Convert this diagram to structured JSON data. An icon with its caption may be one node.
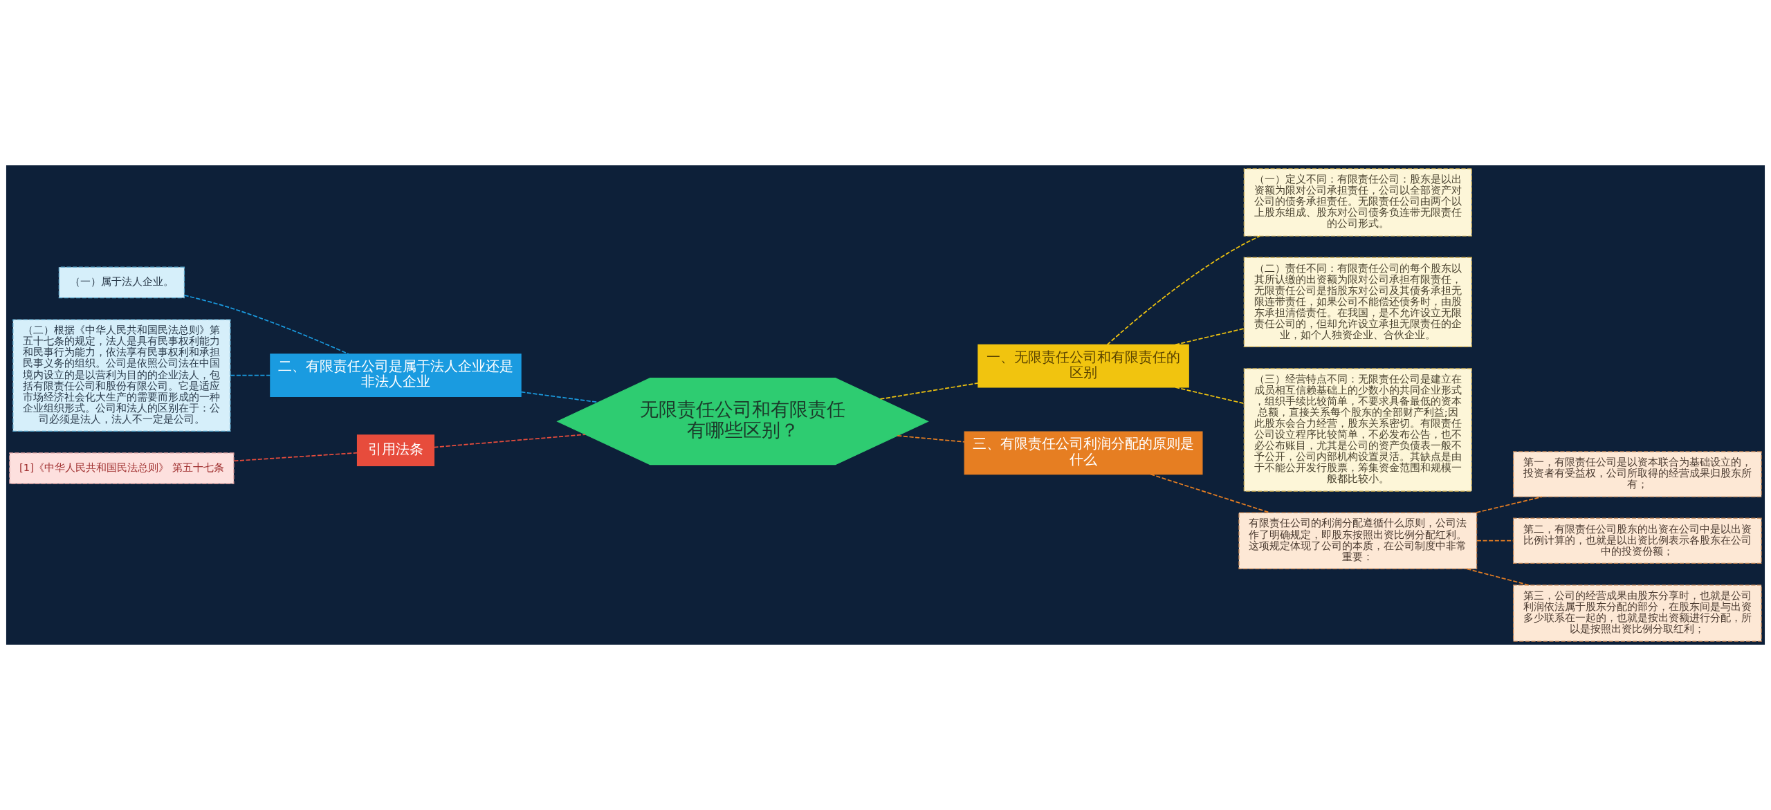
{
  "diagram": {
    "nodes": [
      {
        "text": [
          "无限责任公司和有限责任有哪些区别？"
        ]
      },
      {
        "text": [
          "一、无限责任公司和有限责任的区别"
        ]
      },
      {
        "text": [
          "（一）定义不同：有限责任公司：股东是以出资额为限对公司承担责任，公司以全部资产对公司的债务承担责任。无限责任公司由两个以上股东组成、股东对公司债务负连带无限责任的公司形式。"
        ]
      },
      {
        "text": [
          "（二）责任不同：有限责任公司的每个股东以其所认缴的出资额为限对公司承担有限责任，无限责任公司是指股东对公司及其债务承担无限连带责任，如果公司不能偿还债务时，由股东承担清偿责任。在我国，是不允许设立无限责任公司的，但却允许设立承担无限责任的企业，如个人独资企业、合伙企业。"
        ]
      },
      {
        "text": [
          "（三）经营特点不同：无限责任公司是建立在成员相互信赖基础上的少数小的共同企业形式，组织手续比较简单，不要求具备最低的资本总额，直接关系每个股东的全部财产利益;因此股东会合力经营，股东关系密切。有限责任公司设立程序比较简单，不必发布公告，也不必公布账目，尤其是公司的资产负债表一般不予公开，公司内部机构设置灵活。其缺点是由于不能公开发行股票，筹集资金范围和规模一般都比较小。"
        ]
      },
      {
        "text": [
          "三、有限责任公司利润分配的原则是什么"
        ]
      },
      {
        "text": [
          "有限责任公司的利润分配遵循什么原则，公司法作了明确规定，即股东按照出资比例分配红利。这项规定体现了公司的本质，在公司制度中非常重要："
        ]
      },
      {
        "text": [
          "第一，有限责任公司是以资本联合为基础设立的，投资者有受益权，公司所取得的经营成果归股东所有；"
        ]
      },
      {
        "text": [
          "第二，有限责任公司股东的出资在公司中是以出资比例计算的，也就是以出资比例表示各股东在公司中的投资份额；"
        ]
      },
      {
        "text": [
          "第三，公司的经营成果由股东分享时，也就是公司利润依法属于股东分配的部分，在股东间是与出资多少联系在一起的，也就是按出资额进行分配，所以是按照出资比例分取红利；"
        ]
      },
      {
        "text": [
          "二、有限责任公司是属于法人企业还是非法人企业"
        ]
      },
      {
        "text": [
          "（一）属于法人企业。"
        ]
      },
      {
        "text": [
          "（二）根据《中华人民共和国民法总则》第五十七条的规定，法人是具有民事权利能力和民事行为能力，依法享有民事权利和承担民事义务的组织。公司是依照公司法在中国境内设立的是以营利为目的的企业法人，包括有限责任公司和股份有限公司。它是适应市场经济社会化大生产的需要而形成的一种企业组织形式。公司和法人的区别在于：公司必须是法人，法人不一定是公司。"
        ]
      },
      {
        "text": [
          "引用法条"
        ]
      },
      {
        "text": [
          "[1]《中华人民共和国民法总则》 第五十七条"
        ]
      }
    ],
    "edges": [
      {
        "from": 0,
        "to": 1,
        "arrow": "none",
        "style": "dashed",
        "color": "#f1c40f"
      },
      {
        "from": 1,
        "to": 2,
        "arrow": "none",
        "style": "dashed",
        "color": "#f1c40f"
      },
      {
        "from": 1,
        "to": 3,
        "arrow": "none",
        "style": "dashed",
        "color": "#f1c40f"
      },
      {
        "from": 1,
        "to": 4,
        "arrow": "none",
        "style": "dashed",
        "color": "#f1c40f"
      },
      {
        "from": 0,
        "to": 5,
        "arrow": "none",
        "style": "dashed",
        "color": "#e67e22"
      },
      {
        "from": 5,
        "to": 6,
        "arrow": "none",
        "style": "dashed",
        "color": "#e67e22"
      },
      {
        "from": 6,
        "to": 7,
        "arrow": "none",
        "style": "dashed",
        "color": "#e67e22"
      },
      {
        "from": 6,
        "to": 8,
        "arrow": "none",
        "style": "dashed",
        "color": "#e67e22"
      },
      {
        "from": 6,
        "to": 9,
        "arrow": "none",
        "style": "dashed",
        "color": "#e67e22"
      },
      {
        "from": 0,
        "to": 10,
        "arrow": "none",
        "style": "dashed",
        "color": "#1a9be0"
      },
      {
        "from": 10,
        "to": 11,
        "arrow": "none",
        "style": "dashed",
        "color": "#1a9be0"
      },
      {
        "from": 10,
        "to": 12,
        "arrow": "none",
        "style": "dashed",
        "color": "#1a9be0"
      },
      {
        "from": 0,
        "to": 13,
        "arrow": "none",
        "style": "dashed",
        "color": "#e74c3c"
      },
      {
        "from": 13,
        "to": 14,
        "arrow": "none",
        "style": "dashed",
        "color": "#e74c3c"
      }
    ]
  }
}
